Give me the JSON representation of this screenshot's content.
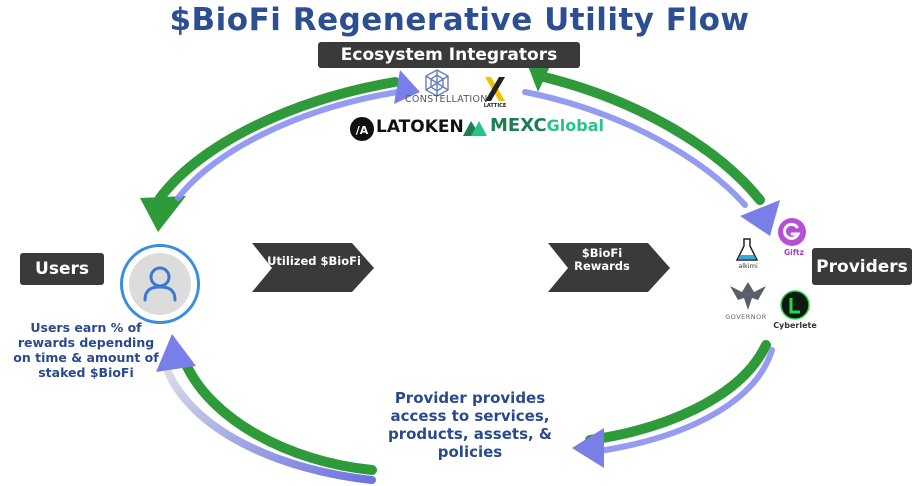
{
  "title": "$BioFi Regenerative Utility Flow",
  "integrators": {
    "heading": "Ecosystem Integrators",
    "logos": {
      "constellation": "CONSTELLATION",
      "lattice": "LATTICE",
      "latoken": "LATOKEN",
      "mexc": "MEXC",
      "mexc_suffix": "Global"
    }
  },
  "users": {
    "label": "Users",
    "note": "Users earn % of rewards depending on time & amount of staked $BioFi"
  },
  "providers": {
    "label": "Providers",
    "logos": {
      "alkimi": "alkimi",
      "giftz": "Giftz",
      "governor": "GOVERNOR",
      "cyberlete": "Cyberlete"
    }
  },
  "flow": {
    "utilized": "Utilized $BioFi",
    "rewards_line1": "$BioFi",
    "rewards_line2": "Rewards",
    "provider_note": "Provider provides access to services, products, assets, & policies"
  },
  "colors": {
    "title": "#2c4f92",
    "green_arrow": "#2e9a3a",
    "blue_arrow": "#7a7fe8",
    "dark_box": "#3a3a3a",
    "note_text": "#2b4a8e"
  }
}
